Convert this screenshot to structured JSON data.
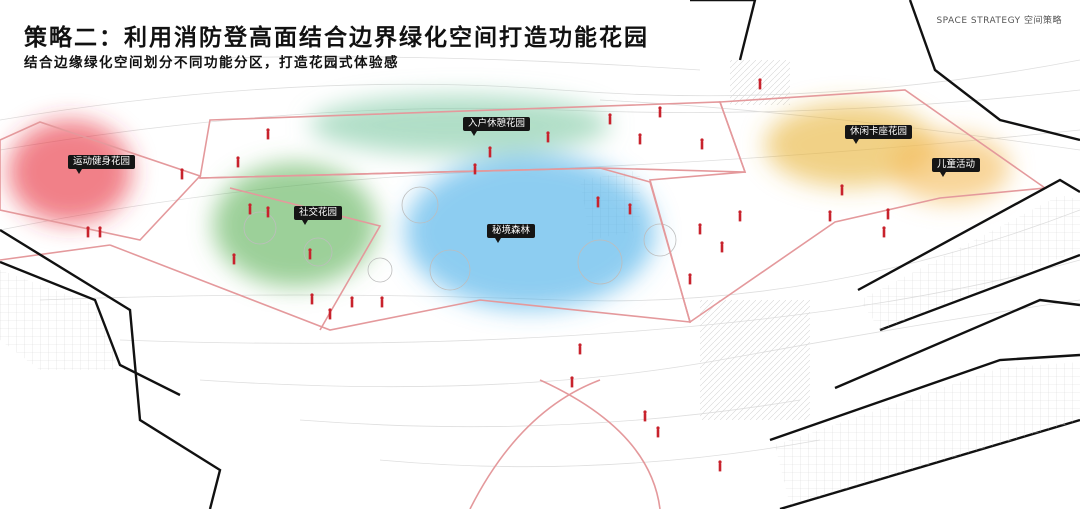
{
  "header": {
    "title": "策略二：利用消防登高面结合边界绿化空间打造功能花园",
    "subtitle": "结合边缘绿化空间划分不同功能分区，打造花园式体验感",
    "badge": "SPACE STRATEGY 空间策略"
  },
  "zones": [
    {
      "key": "sports",
      "label": "运动健身花园",
      "color": "#e8333f"
    },
    {
      "key": "entrance",
      "label": "入户休憩花园",
      "color": "#7fc9a4"
    },
    {
      "key": "social",
      "label": "社交花园",
      "color": "#5fb35a"
    },
    {
      "key": "forest",
      "label": "秘境森林",
      "color": "#48aee8"
    },
    {
      "key": "leisure",
      "label": "休闲卡座花园",
      "color": "#e8b43a"
    },
    {
      "key": "kids",
      "label": "儿童活动",
      "color": "#f3bc5a"
    }
  ],
  "colors": {
    "boundary": "#e4999c",
    "figure": "#c8222c",
    "linework": "#cfcfcf",
    "building": "#111111"
  }
}
